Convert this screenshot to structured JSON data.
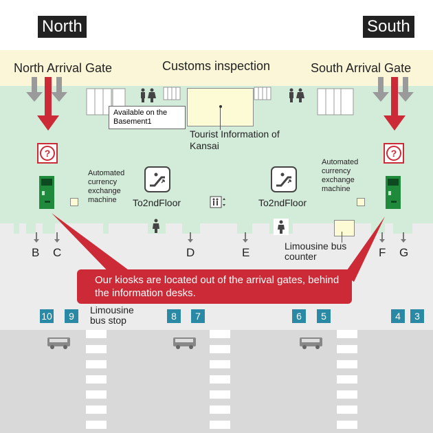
{
  "directions": {
    "north": "North",
    "south": "South"
  },
  "gates": {
    "north": "North Arrival Gate",
    "south": "South Arrival Gate",
    "customs": "Customs inspection"
  },
  "notes": {
    "available_basement": "Available on the Basement1",
    "tourist_info": "Tourist Information of Kansai",
    "currency_exchange": "Automated currency exchange machine",
    "to_2nd_floor": "To2ndFloor",
    "limousine_counter": "Limousine bus counter",
    "limousine_stop": "Limousine bus stop"
  },
  "exits": [
    "B",
    "C",
    "D",
    "E",
    "F",
    "G"
  ],
  "bus_stops": [
    "10",
    "9",
    "8",
    "7",
    "6",
    "5",
    "4",
    "3"
  ],
  "callout": "Our kiosks are located out of the arrival gates, behind the information desks.",
  "colors": {
    "arrow_red": "#cc2a36",
    "hall_green": "#d3ecd9",
    "gate_band": "#fbf6d8",
    "bus_stop_blue": "#2a8aa6"
  },
  "icons": [
    "info-question-icon",
    "kiosk-icon",
    "escalator-icon",
    "restroom-icon",
    "elevator-icon",
    "bus-icon",
    "exit-arrow-icon"
  ]
}
